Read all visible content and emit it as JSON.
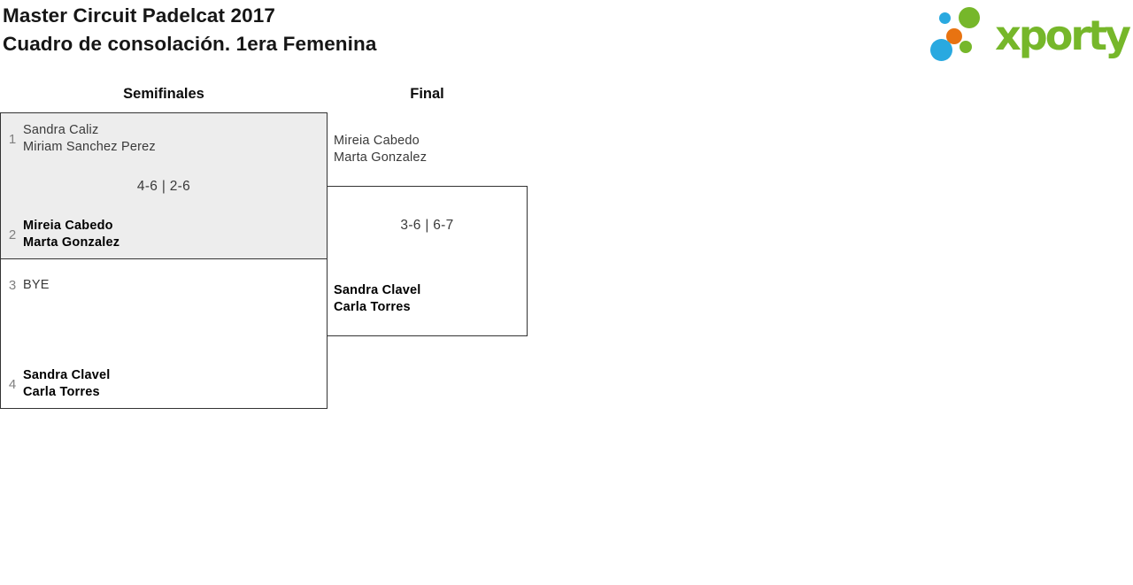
{
  "header": {
    "title": "Master Circuit Padelcat 2017",
    "subtitle": "Cuadro de consolación. 1era Femenina"
  },
  "logo": {
    "brand": "xporty",
    "colors": {
      "green": "#76b72a",
      "blue": "#29a9e0",
      "orange": "#e87311"
    }
  },
  "bracket": {
    "rounds": [
      {
        "label": "Semifinales"
      },
      {
        "label": "Final"
      }
    ],
    "semifinal_matches": [
      {
        "seed_top": "1",
        "team_top": [
          "Sandra Caliz",
          "Miriam Sanchez Perez"
        ],
        "score": "4-6 | 2-6",
        "seed_bottom": "2",
        "team_bottom": [
          "Mireia Cabedo",
          "Marta Gonzalez"
        ],
        "winner": "bottom"
      },
      {
        "seed_top": "3",
        "team_top": [
          "BYE"
        ],
        "score": "",
        "seed_bottom": "4",
        "team_bottom": [
          "Sandra Clavel",
          "Carla Torres"
        ],
        "winner": "bottom"
      }
    ],
    "final_match": {
      "team_top": [
        "Mireia Cabedo",
        "Marta Gonzalez"
      ],
      "score": "3-6 | 6-7",
      "team_bottom": [
        "Sandra Clavel",
        "Carla Torres"
      ],
      "winner": "bottom"
    }
  }
}
